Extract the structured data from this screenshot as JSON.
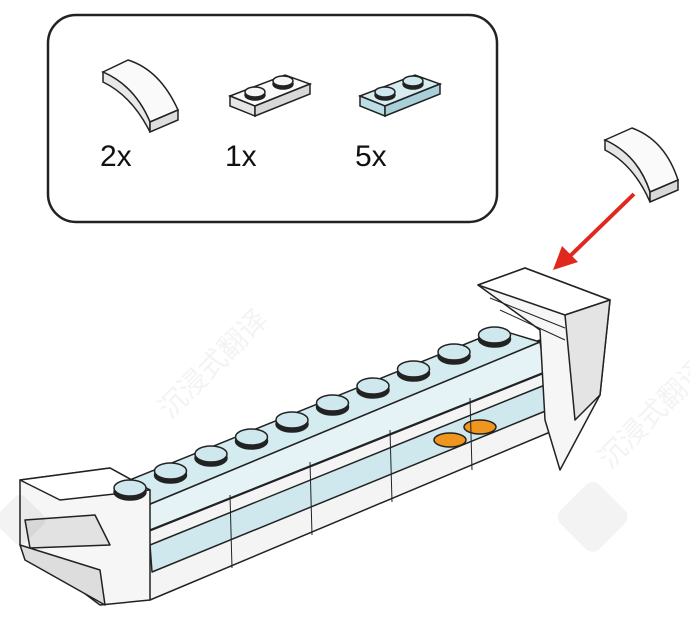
{
  "parts_callout": {
    "items": [
      {
        "name": "curved-slope-1x2",
        "qty_label": "2x"
      },
      {
        "name": "plate-1x2",
        "qty_label": "1x"
      },
      {
        "name": "plate-1x2-trans-light-blue",
        "qty_label": "5x"
      }
    ]
  },
  "watermark": "沉浸式翻译",
  "colors": {
    "arrow": "#e0281e",
    "trans_blue": "#cfe8ee",
    "orange": "#f0961e",
    "outline": "#222222"
  }
}
